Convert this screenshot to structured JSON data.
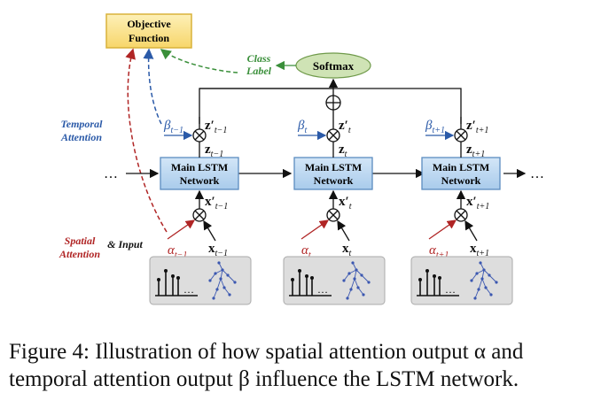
{
  "objective_box": {
    "line1": "Objective",
    "line2": "Function",
    "fill": "#fbe08e",
    "stroke": "#d9b23a"
  },
  "softmax_label": "Softmax",
  "softmax_fill": "#cfe3b5",
  "class_label": {
    "line1": "Class",
    "line2": "Label",
    "color": "#3a8f3a"
  },
  "temporal_attention": {
    "line1": "Temporal",
    "line2": "Attention",
    "color": "#2b5aa8"
  },
  "spatial_attention": {
    "line1": "Spatial",
    "line2": "Attention",
    "color": "#b02525"
  },
  "and_input": "& Input",
  "lstm_box": {
    "line1": "Main LSTM",
    "line2": "Network",
    "fill": "#bcd7f0",
    "stroke": "#5b8cc0"
  },
  "ellipsis": "…",
  "steps": [
    {
      "beta": "β",
      "beta_sub": "t−1",
      "alpha": "α",
      "alpha_sub": "t−1",
      "z": "z",
      "z_sub": "t−1",
      "zp": "z′",
      "zp_sub": "t−1",
      "x": "x",
      "x_sub": "t−1",
      "xp": "x′",
      "xp_sub": "t−1"
    },
    {
      "beta": "β",
      "beta_sub": "t",
      "alpha": "α",
      "alpha_sub": "t",
      "z": "z",
      "z_sub": "t",
      "zp": "z′",
      "zp_sub": "t",
      "x": "x",
      "x_sub": "t",
      "xp": "x′",
      "xp_sub": "t"
    },
    {
      "beta": "β",
      "beta_sub": "t+1",
      "alpha": "α",
      "alpha_sub": "t+1",
      "z": "z",
      "z_sub": "t+1",
      "zp": "z′",
      "zp_sub": "t+1",
      "x": "x",
      "x_sub": "t+1",
      "xp": "x′",
      "xp_sub": "t+1"
    }
  ],
  "caption": "Figure 4: Illustration of how spatial attention output α and temporal attention output β influence the LSTM network."
}
